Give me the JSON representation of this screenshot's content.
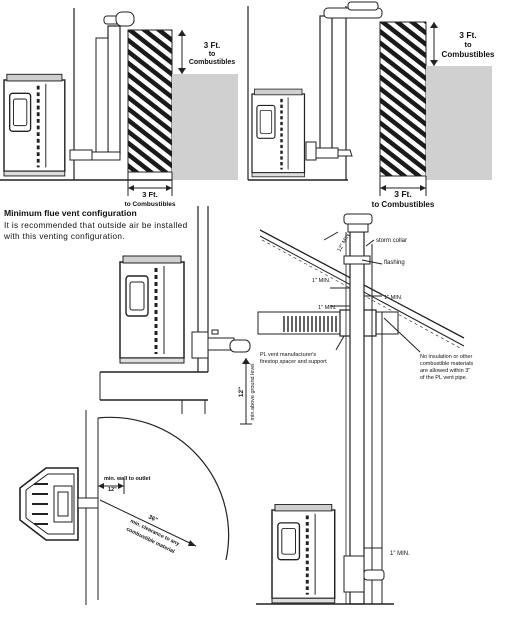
{
  "caption": {
    "heading": "Minimum flue vent configuration",
    "body": "It is recommended that outside air be installed with this venting configuration."
  },
  "fig1": {
    "vertical_clearance": [
      "3 Ft.",
      "to",
      "Combustibles"
    ],
    "horizontal_clearance": [
      "3 Ft.",
      "to Combustibles"
    ]
  },
  "fig2": {
    "vertical_clearance": [
      "3 Ft.",
      "to",
      "Combustibles"
    ],
    "horizontal_clearance": [
      "3 Ft.",
      "to Combustibles"
    ]
  },
  "fig3": {
    "ground_clearance": "12\"",
    "ground_clearance_note": "min.above ground level"
  },
  "fig4": {
    "wall_to_outlet_label": "min. wall to outlet",
    "wall_to_outlet_value": "12\"",
    "radius_value": "36\"",
    "radius_note_1": "min. clearance to any",
    "radius_note_2": "combustible material"
  },
  "fig5": {
    "above_roof": "12\" MIN.",
    "storm_collar": "storm collar",
    "flashing": "flashing",
    "min_a": "1\" MIN.",
    "min_b": "1\" MIN.",
    "min_c": "1\" MIN.",
    "min_bottom": "1\" MIN.",
    "spacer_note_1": "PL vent manufacturer's",
    "spacer_note_2": "firestop spacer and support",
    "insul_note_1": "No insulation or other",
    "insul_note_2": "combustible materials",
    "insul_note_3": "are allowed within 3\"",
    "insul_note_4": "of the PL vent pipe."
  }
}
